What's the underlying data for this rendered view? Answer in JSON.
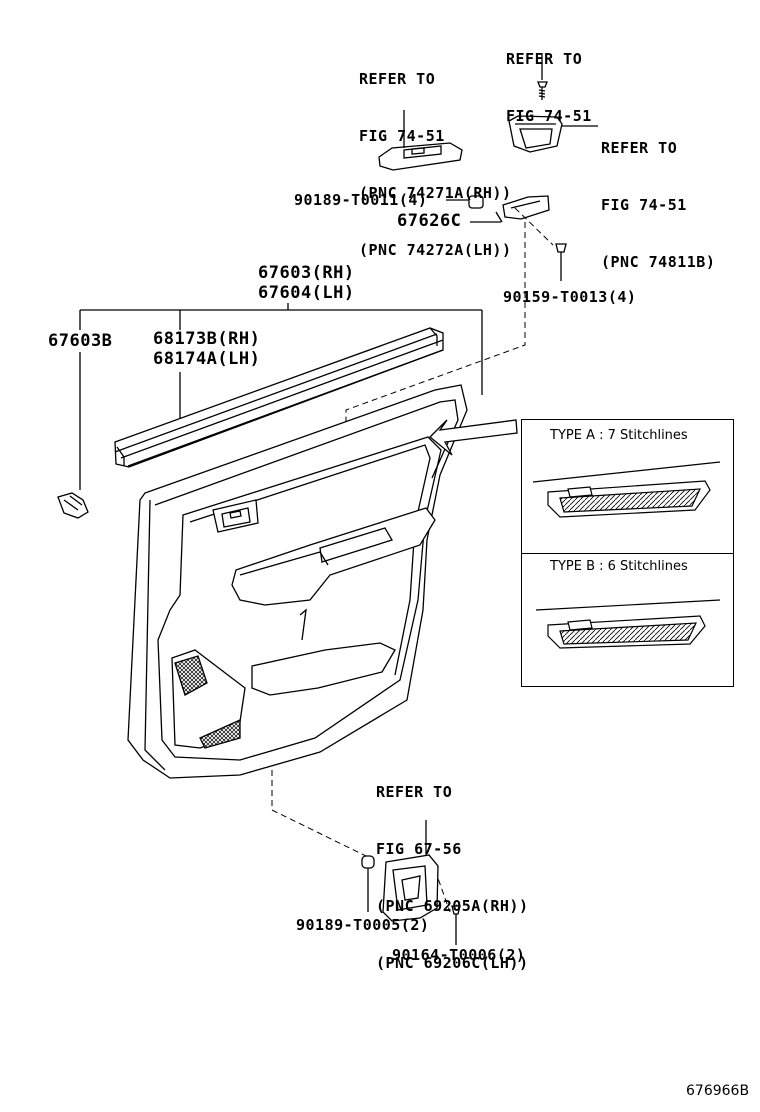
{
  "callouts": {
    "refer_fig_74_51_switch": [
      "REFER TO",
      "FIG 74-51",
      "(PNC 74271A(RH))",
      "(PNC 74272A(LH))"
    ],
    "refer_fig_74_51_top": [
      "REFER TO",
      "FIG 74-51"
    ],
    "refer_fig_74_51_cup": [
      "REFER TO",
      "FIG 74-51",
      "(PNC 74811B)"
    ],
    "refer_fig_67_56_handle": [
      "REFER TO",
      "FIG 67-56",
      "(PNC 69205A(RH))",
      "(PNC 69206C(LH))"
    ]
  },
  "parts": {
    "clip_90189_t0011": "90189-T0011(4)",
    "bracket_67626c": "67626C",
    "screw_90159_t0013": "90159-T0013(4)",
    "panel_rh": "67603(RH)",
    "panel_lh": "67604(LH)",
    "clip_67603b": "67603B",
    "weatherstrip_rh": "68173B(RH)",
    "weatherstrip_lh": "68174A(LH)",
    "clip_90189_t0005": "90189-T0005(2)",
    "screw_90164_t0006": "90164-T0006(2)"
  },
  "inset": {
    "type_a": "TYPE A : 7 Stitchlines",
    "type_b": "TYPE B : 6 Stitchlines"
  },
  "figure_id": "676966B"
}
